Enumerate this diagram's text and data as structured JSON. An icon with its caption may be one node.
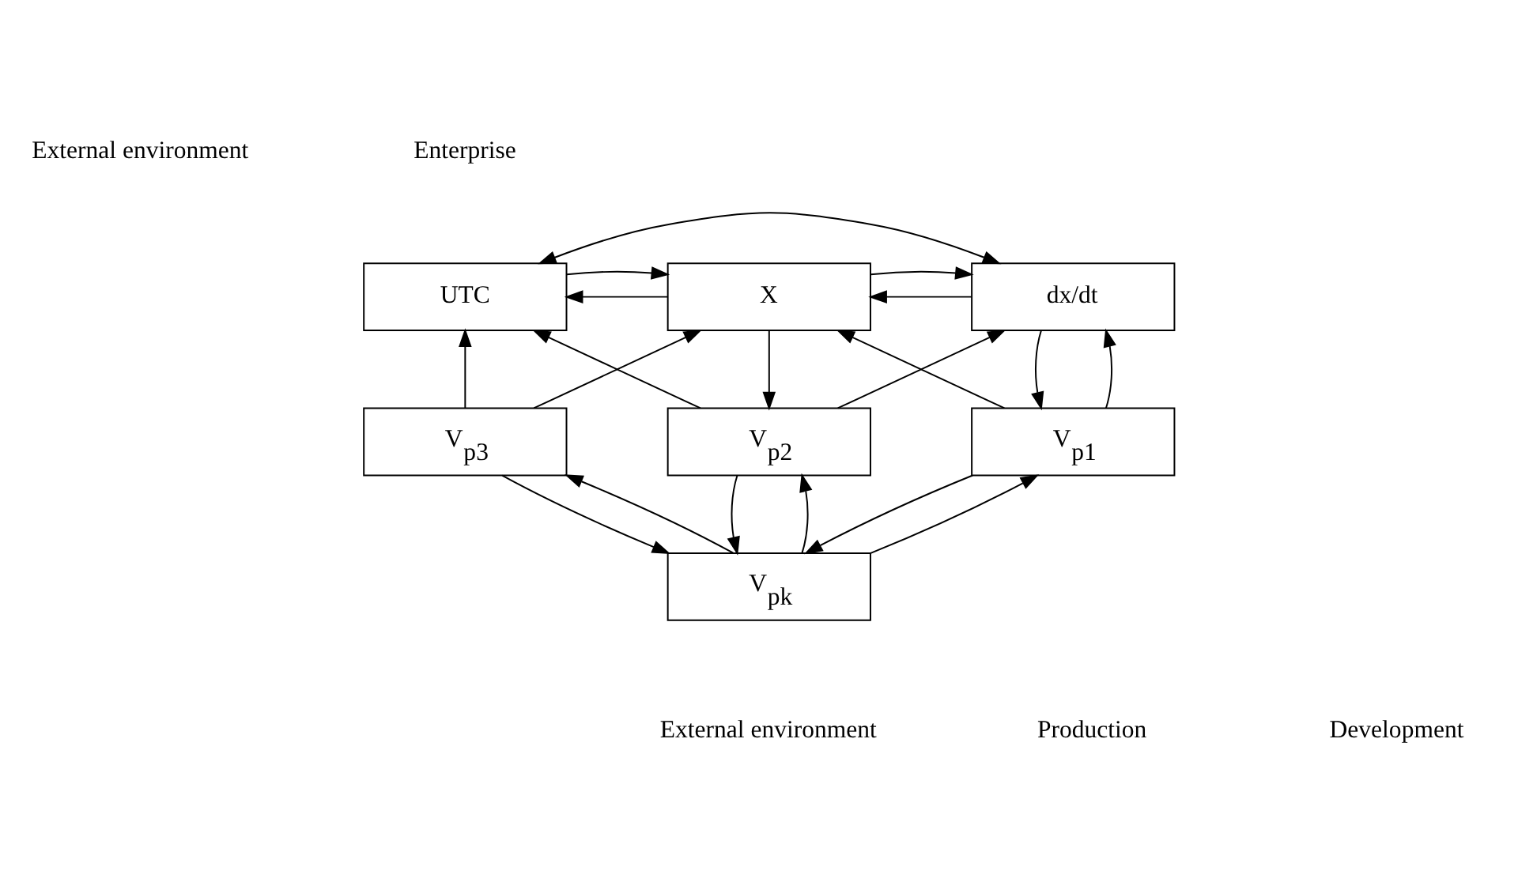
{
  "diagram": {
    "nodes": [
      {
        "text": [
          "UTC"
        ]
      },
      {
        "text": [
          "X"
        ]
      },
      {
        "text": [
          "dx/dt"
        ]
      },
      {
        "text": [
          "V$_{p3}$"
        ]
      },
      {
        "text": [
          "V$_{p2}$"
        ]
      },
      {
        "text": [
          "V$_{p1}$"
        ]
      },
      {
        "text": [
          "V$_{pk}$"
        ]
      }
    ],
    "edges": [
      {
        "from": 1,
        "to": 0,
        "arrow": "to"
      },
      {
        "from": 0,
        "to": 2,
        "arrow": "both"
      },
      {
        "from": 2,
        "to": 1,
        "arrow": "to"
      },
      {
        "from": 0,
        "to": 1,
        "arrow": "to"
      },
      {
        "from": 1,
        "to": 2,
        "arrow": "to"
      },
      {
        "from": 3,
        "to": 0,
        "arrow": "to"
      },
      {
        "from": 1,
        "to": 4,
        "arrow": "to"
      },
      {
        "from": 2,
        "to": 5,
        "arrow": "to"
      },
      {
        "from": 5,
        "to": 2,
        "arrow": "to"
      },
      {
        "from": 4,
        "to": 0,
        "arrow": "to"
      },
      {
        "from": 3,
        "to": 1,
        "arrow": "to"
      },
      {
        "from": 5,
        "to": 1,
        "arrow": "to"
      },
      {
        "from": 4,
        "to": 2,
        "arrow": "to"
      },
      {
        "from": 4,
        "to": 6,
        "arrow": "to"
      },
      {
        "from": 6,
        "to": 4,
        "arrow": "to"
      },
      {
        "from": 6,
        "to": 3,
        "arrow": "to"
      },
      {
        "from": 3,
        "to": 6,
        "arrow": "to"
      },
      {
        "from": 5,
        "to": 6,
        "arrow": "to"
      },
      {
        "from": 6,
        "to": 5,
        "arrow": "to"
      }
    ],
    "labels": [
      "External environment",
      "Enterprise",
      "External environment",
      "Production",
      "Development"
    ]
  }
}
